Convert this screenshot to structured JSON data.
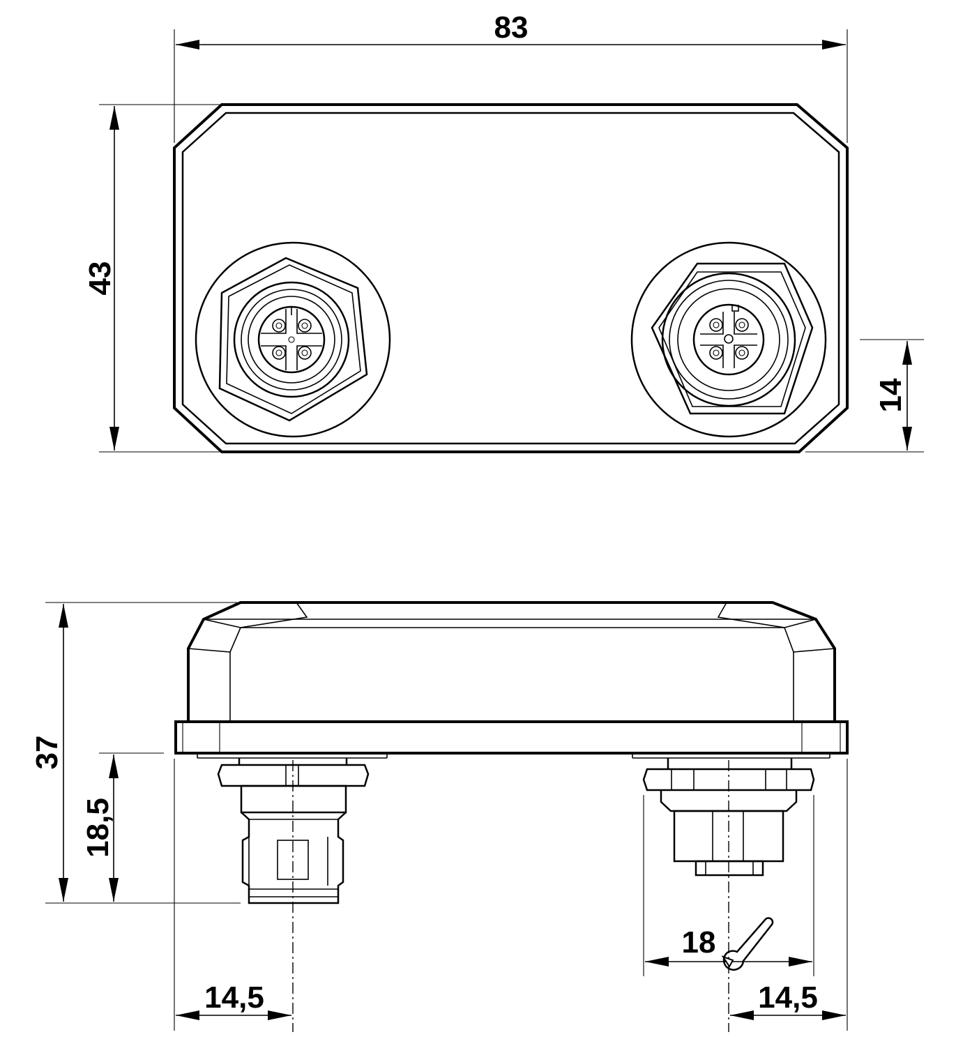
{
  "dimensions": {
    "overall_width": "83",
    "overall_height_top": "43",
    "connector_offset_right": "14",
    "overall_height_side": "37",
    "connector_length": "18,5",
    "wrench_size": "18",
    "left_connector_offset": "14,5",
    "right_connector_offset": "14,5"
  },
  "icons": {
    "wrench": "wrench-icon",
    "arrow": "arrowhead-icon"
  },
  "colors": {
    "line": "#000000",
    "background": "#ffffff"
  }
}
